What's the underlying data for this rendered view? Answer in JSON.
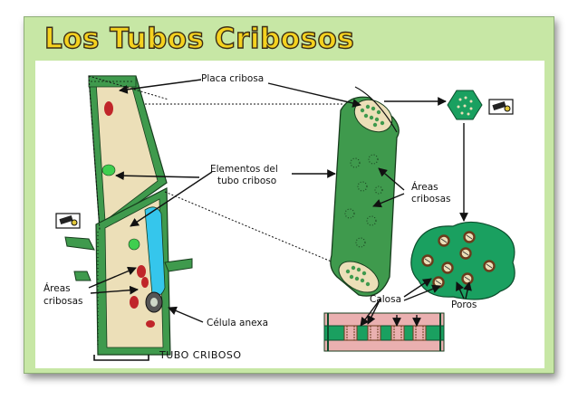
{
  "title": "Los Tubos Cribosos",
  "labels": {
    "placa_cribosa": "Placa cribosa",
    "elementos_line1": "Elementos del",
    "elementos_line2": "tubo criboso",
    "areas_right_line1": "Áreas",
    "areas_right_line2": "cribosas",
    "areas_left_line1": "Áreas",
    "areas_left_line2": "cribosas",
    "celula_anexa": "Célula anexa",
    "tubo_criboso": "TUBO CRIBOSO",
    "calosa": "Calosa",
    "poros": "Poros"
  },
  "colors": {
    "slide_bg": "#c7e7a5",
    "title_fill": "#f5d21f",
    "cell_green": "#3f9a4d",
    "cell_inner": "#ecdfb8",
    "pink": "#eab0b0",
    "cyan": "#35c6ec",
    "red": "#c0262a"
  },
  "icons": [
    "microscope-icon-left",
    "microscope-icon-right"
  ]
}
